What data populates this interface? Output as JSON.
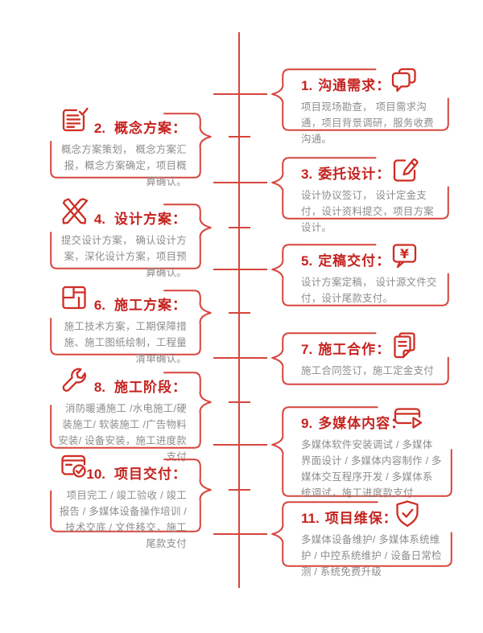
{
  "colors": {
    "line_red": "#d6453c",
    "heading_red": "#c5231f",
    "icon_red": "#cf2d24",
    "body_gray": "#8f8b8b",
    "background": "#ffffff"
  },
  "timeline": {
    "colon": "：",
    "steps": [
      {
        "number": "1.",
        "title": "沟通需求",
        "side": "right",
        "icon": "chat-bubbles-icon",
        "body": "项目现场勘查， 项目需求沟通，项目背景调研，服务收费沟通。"
      },
      {
        "number": "2.",
        "title": "概念方案",
        "side": "left",
        "icon": "notes-check-icon",
        "body": "概念方案策划， 概念方案汇报，概念方案确定，项目概算确认。"
      },
      {
        "number": "3.",
        "title": "委托设计",
        "side": "right",
        "icon": "edit-pencil-icon",
        "body": "设计协议签订， 设计定金支付，设计资料提交，项目方案设计。"
      },
      {
        "number": "4.",
        "title": "设计方案",
        "side": "left",
        "icon": "crossed-pencils-icon",
        "body": "提交设计方案， 确认设计方案，深化设计方案，项目预算确认。"
      },
      {
        "number": "5.",
        "title": "定稿交付",
        "side": "right",
        "icon": "currency-bubble-icon",
        "body": "设计方案定稿， 设计源文件交付，设计尾款支付。"
      },
      {
        "number": "6.",
        "title": "施工方案",
        "side": "left",
        "icon": "floor-plan-icon",
        "body": "施工技术方案，工期保障措施、施工图纸绘制，工程量清单确认。"
      },
      {
        "number": "7.",
        "title": "施工合作",
        "side": "right",
        "icon": "stacked-documents-icon",
        "body": "施工合同签订，施工定金支付"
      },
      {
        "number": "8.",
        "title": "施工阶段",
        "side": "left",
        "icon": "wrench-icon",
        "body": "消防暖通施工 /水电施工/硬装施工/ 软装施工 /广告物料安装/ 设备安装，施工进度款支付"
      },
      {
        "number": "9.",
        "title": "多媒体内容",
        "side": "right",
        "icon": "media-player-icon",
        "body": "多媒体软件安装调试 / 多媒体界面设计 / 多媒体内容制作 / 多媒体交互程序开发 / 多媒体系统调试，施工进度款支付"
      },
      {
        "number": "10.",
        "title": "项目交付",
        "side": "left",
        "icon": "checklist-check-icon",
        "body": "项目完工 / 竣工验收 / 竣工报告 / 多媒体设备操作培训 / 技术交底 / 文件移交，施工尾款支付"
      },
      {
        "number": "11.",
        "title": "项目维保",
        "side": "right",
        "icon": "shield-check-icon",
        "body": "多媒体设备维护/ 多媒体系统维护 / 中控系统维护 / 设备日常检测 / 系统免费升级"
      }
    ]
  }
}
